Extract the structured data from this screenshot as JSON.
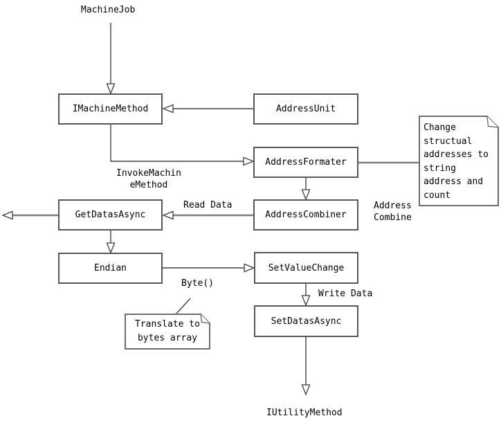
{
  "diagram": {
    "background": "#ffffff",
    "colors": {
      "box_border": "#565656",
      "line": "#3f3f3f",
      "thick_line": "#7d7d7d",
      "text": "#000000",
      "arrowhead_fill": "#ffffff"
    },
    "nodes": [
      {
        "id": "imachinemethod",
        "label": "IMachineMethod"
      },
      {
        "id": "addressunit",
        "label": "AddressUnit"
      },
      {
        "id": "addressformater",
        "label": "AddressFormater"
      },
      {
        "id": "addresscombiner",
        "label": "AddressCombiner"
      },
      {
        "id": "getdatasasync",
        "label": "GetDatasAsync"
      },
      {
        "id": "endian",
        "label": "Endian"
      },
      {
        "id": "setvaluechange",
        "label": "SetValueChange"
      },
      {
        "id": "setdatasasync",
        "label": "SetDatasAsync"
      }
    ],
    "notes": [
      {
        "id": "change-note",
        "text": "Change\nstructual\naddresses to\nstring\naddress and\ncount"
      },
      {
        "id": "translate-note",
        "text": "Translate to\nbytes array"
      }
    ],
    "labels": {
      "machinejob": "MachineJob",
      "invoke_machine_method": "InvokeMachin\neMethod",
      "read_data": "Read Data",
      "address_combine": "Address\nCombine",
      "byte": "Byte()",
      "write_data": "Write Data",
      "iutilitymethod": "IUtilityMethod"
    },
    "edges": [
      {
        "from": "MachineJob",
        "to": "IMachineMethod",
        "label": "",
        "arrow": "hollow"
      },
      {
        "from": "AddressUnit",
        "to": "IMachineMethod",
        "label": "",
        "arrow": "hollow"
      },
      {
        "from": "IMachineMethod",
        "to": "AddressFormater",
        "label": "InvokeMachineMethod",
        "arrow": "hollow"
      },
      {
        "from": "AddressFormater",
        "to": "change-note",
        "label": "",
        "arrow": "none"
      },
      {
        "from": "AddressFormater",
        "to": "AddressCombiner",
        "label": "",
        "arrow": "hollow"
      },
      {
        "from": "AddressCombiner",
        "to": "GetDatasAsync",
        "label": "Read Data",
        "arrow": "hollow"
      },
      {
        "from": "AddressCombiner",
        "to": "GetDatasAsync",
        "label": "Address Combine",
        "arrow": "hollow"
      },
      {
        "from": "GetDatasAsync",
        "to": "left-edge",
        "label": "",
        "arrow": "hollow"
      },
      {
        "from": "GetDatasAsync",
        "to": "Endian",
        "label": "",
        "arrow": "hollow"
      },
      {
        "from": "Endian",
        "to": "SetValueChange",
        "label": "Byte()",
        "arrow": "hollow"
      },
      {
        "from": "SetValueChange",
        "to": "SetDatasAsync",
        "label": "Write Data",
        "arrow": "hollow"
      },
      {
        "from": "SetDatasAsync",
        "to": "IUtilityMethod",
        "label": "",
        "arrow": "hollow"
      },
      {
        "from": "translate-note",
        "to": "Byte()",
        "label": "",
        "arrow": "none"
      }
    ]
  }
}
